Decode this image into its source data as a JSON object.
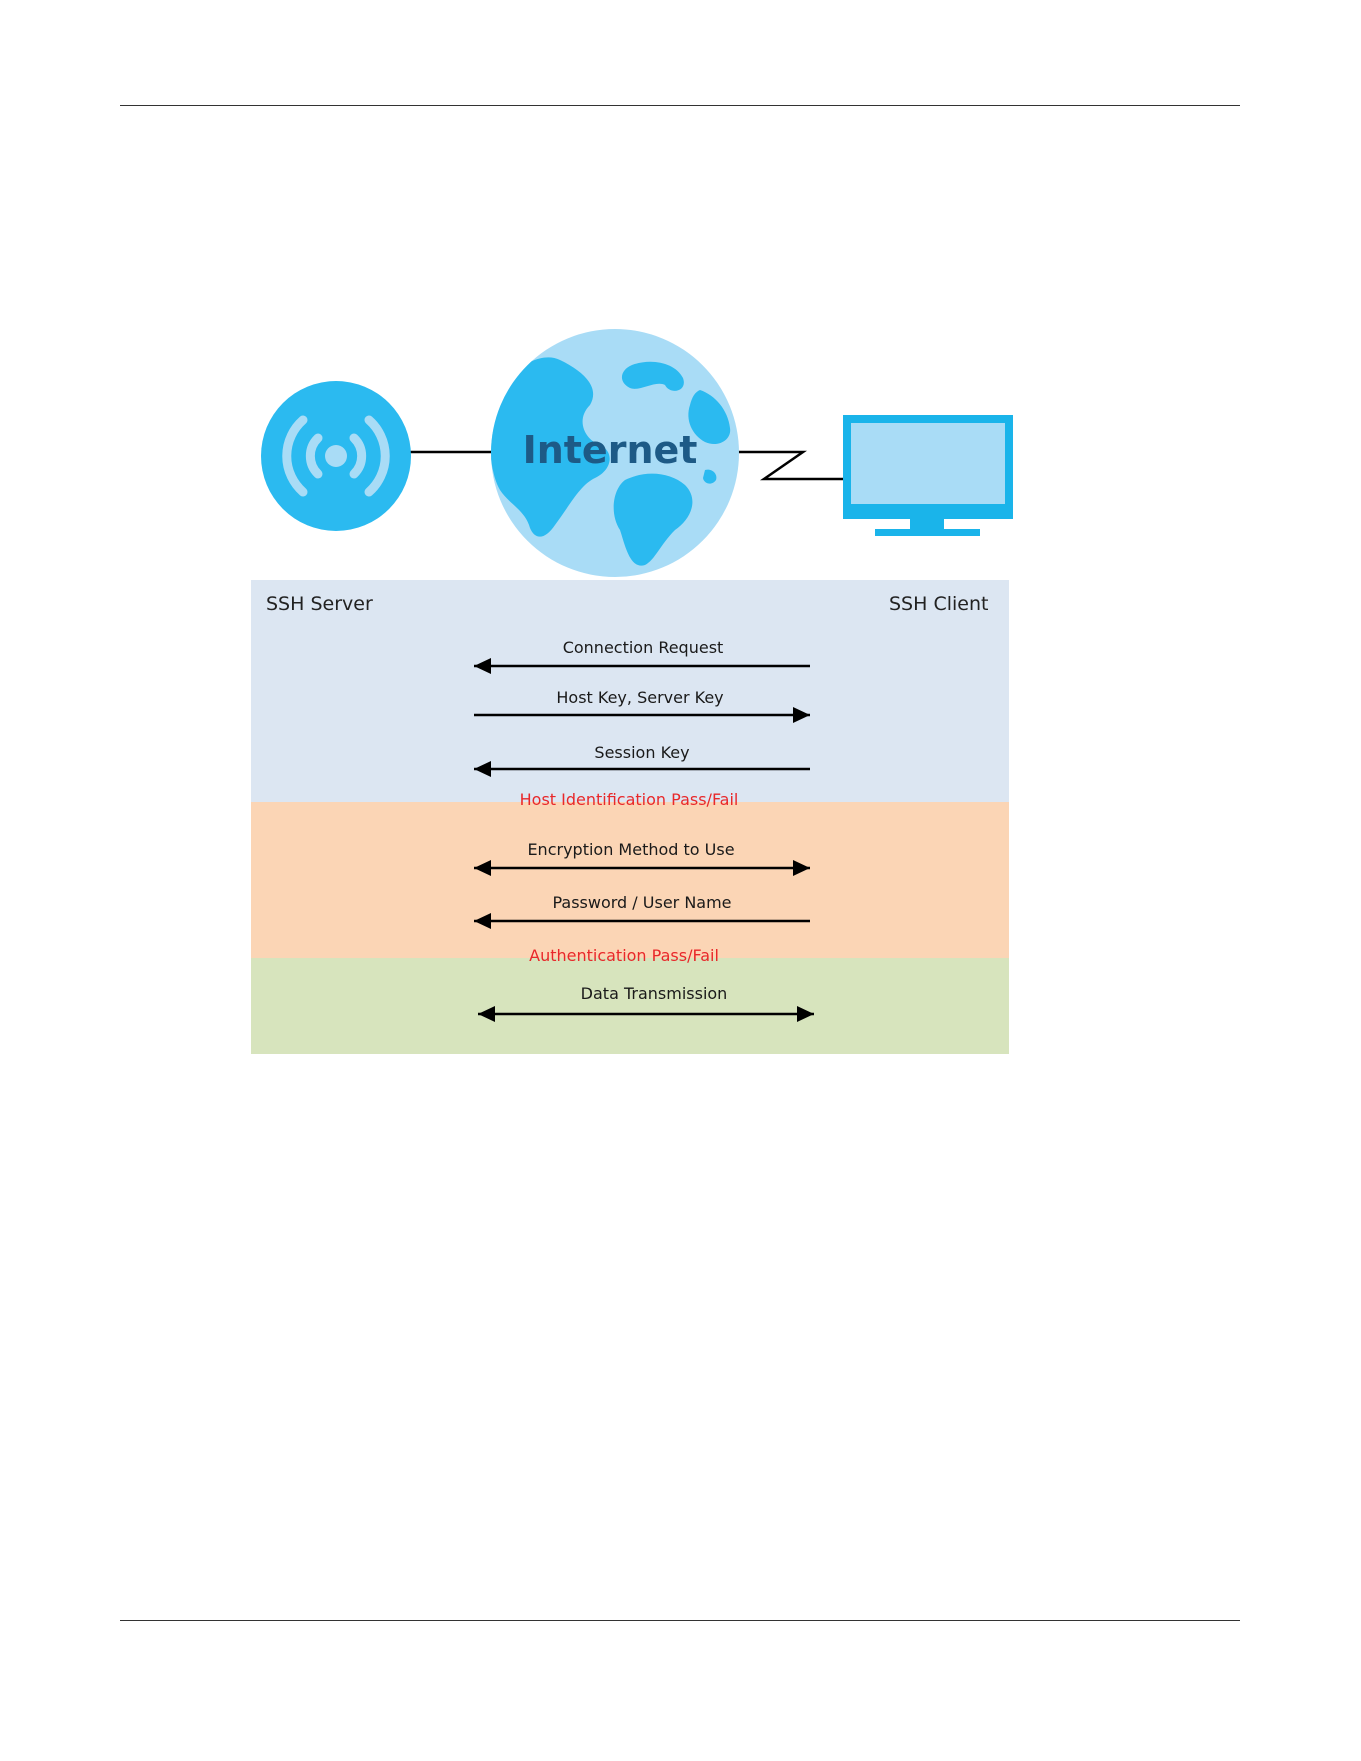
{
  "diagram": {
    "internet_label": "Internet",
    "server_label": "SSH Server",
    "client_label": "SSH Client",
    "colors": {
      "band_top": "#dce6f2",
      "band_middle": "#fbd5b5",
      "band_bottom": "#d7e4bd",
      "status_text": "#e8282a",
      "globe_light": "#a9dcf6",
      "globe_dark": "#2bbaf0",
      "device_blue": "#1ab4ea"
    },
    "messages": [
      {
        "label": "Connection Request",
        "direction": "client-to-server"
      },
      {
        "label": "Host Key, Server Key",
        "direction": "server-to-client"
      },
      {
        "label": "Session Key",
        "direction": "client-to-server"
      },
      {
        "label": "Encryption Method to Use",
        "direction": "both"
      },
      {
        "label": "Password / User Name",
        "direction": "client-to-server"
      },
      {
        "label": "Data Transmission",
        "direction": "both"
      }
    ],
    "status": [
      {
        "label": "Host Identification Pass/Fail"
      },
      {
        "label": "Authentication Pass/Fail"
      }
    ],
    "icons": {
      "server": "wireless-server-icon",
      "internet": "globe-icon",
      "client": "computer-monitor-icon"
    }
  }
}
